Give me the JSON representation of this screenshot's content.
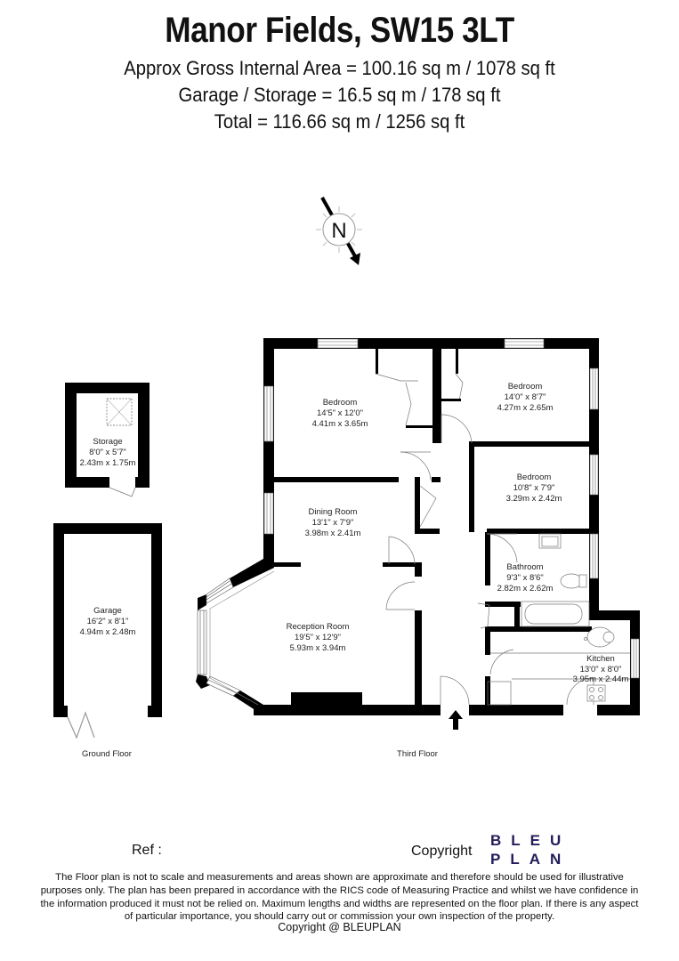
{
  "header": {
    "title": "Manor Fields, SW15 3LT",
    "area_lines": [
      "Approx Gross Internal Area = 100.16 sq m / 1078 sq ft",
      "Garage / Storage = 16.5 sq m / 178 sq ft",
      "Total = 116.66 sq m / 1256 sq ft"
    ]
  },
  "compass": {
    "label": "N",
    "icon": "north-compass-icon"
  },
  "floors": {
    "ground": {
      "label": "Ground Floor"
    },
    "third": {
      "label": "Third Floor"
    }
  },
  "rooms": {
    "storage": {
      "name": "Storage",
      "imperial": "8'0\" x 5'7\"",
      "metric": "2.43m x 1.75m"
    },
    "garage": {
      "name": "Garage",
      "imperial": "16'2\" x 8'1\"",
      "metric": "4.94m x 2.48m"
    },
    "bedroom1": {
      "name": "Bedroom",
      "imperial": "14'5\" x 12'0\"",
      "metric": "4.41m x 3.65m"
    },
    "bedroom2": {
      "name": "Bedroom",
      "imperial": "14'0\" x 8'7\"",
      "metric": "4.27m x 2.65m"
    },
    "bedroom3": {
      "name": "Bedroom",
      "imperial": "10'8\" x 7'9\"",
      "metric": "3.29m x 2.42m"
    },
    "dining": {
      "name": "Dining Room",
      "imperial": "13'1\" x 7'9\"",
      "metric": "3.98m x 2.41m"
    },
    "reception": {
      "name": "Reception Room",
      "imperial": "19'5\" x 12'9\"",
      "metric": "5.93m x 3.94m"
    },
    "bathroom": {
      "name": "Bathroom",
      "imperial": "9'3\" x 8'6\"",
      "metric": "2.82m x 2.62m"
    },
    "kitchen": {
      "name": "Kitchen",
      "imperial": "13'0\" x 8'0\"",
      "metric": "3.95m x 2.44m"
    }
  },
  "footer": {
    "ref_label": "Ref  :",
    "copyright_label": "Copyright",
    "logo_line1": "BLEU",
    "logo_line2": "PLAN",
    "logo_color": "#221d5a",
    "disclaimer": "The Floor plan is not to scale and measurements and areas shown are approximate and therefore should be used for illustrative purposes only. The plan has been prepared in accordance with the RICS code of Measuring Practice and whilst we have confidence in the information produced it must not be relied on. Maximum lengths and widths are represented on the floor plan. If there is any aspect of particular importance, you should carry out or commission your own inspection of the property.",
    "copyright_line": "Copyright @ BLEUPLAN"
  }
}
